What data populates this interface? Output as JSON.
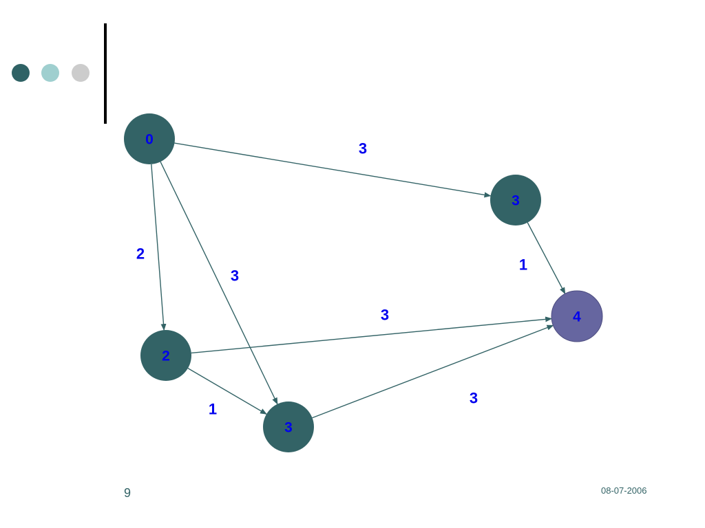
{
  "decor": {
    "dots": [
      {
        "name": "bullet-dot-dark",
        "color": "#2f6265"
      },
      {
        "name": "bullet-dot-light",
        "color": "#9fcfcf"
      },
      {
        "name": "bullet-dot-gray",
        "color": "#cccccc"
      }
    ]
  },
  "colors": {
    "node_fill": "#336366",
    "target_node_fill": "#6666a0",
    "label_blue": "#0000ee",
    "edge_color": "#336366",
    "footer_color": "#336366"
  },
  "graph": {
    "nodes": [
      {
        "id": "n0",
        "label": "0",
        "target": false
      },
      {
        "id": "n3a",
        "label": "3",
        "target": false
      },
      {
        "id": "n2",
        "label": "2",
        "target": false
      },
      {
        "id": "n3b",
        "label": "3",
        "target": false
      },
      {
        "id": "n4",
        "label": "4",
        "target": true
      }
    ],
    "edges": [
      {
        "id": "e0-3a",
        "from": "n0",
        "to": "n3a",
        "weight": "3"
      },
      {
        "id": "e0-2",
        "from": "n0",
        "to": "n2",
        "weight": "2"
      },
      {
        "id": "e0-3b",
        "from": "n0",
        "to": "n3b",
        "weight": "3"
      },
      {
        "id": "e3a-4",
        "from": "n3a",
        "to": "n4",
        "weight": "1"
      },
      {
        "id": "e2-4",
        "from": "n2",
        "to": "n4",
        "weight": "3"
      },
      {
        "id": "e2-3b",
        "from": "n2",
        "to": "n3b",
        "weight": "1"
      },
      {
        "id": "e3b-4",
        "from": "n3b",
        "to": "n4",
        "weight": "3"
      }
    ]
  },
  "footer": {
    "slide_number": "9",
    "date": "08-07-2006"
  }
}
